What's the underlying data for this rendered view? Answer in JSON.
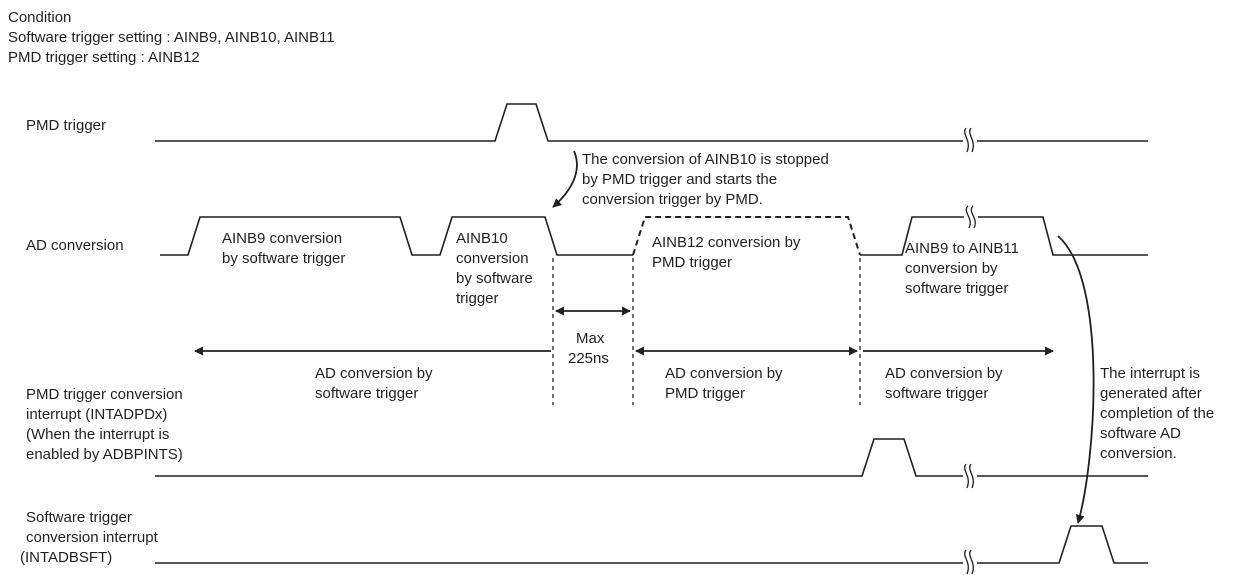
{
  "condition": {
    "title": "Condition",
    "software_setting": "Software trigger setting : AINB9, AINB10, AINB11",
    "pmd_setting": "PMD trigger setting : AINB12"
  },
  "signals": {
    "pmd_trigger": "PMD trigger",
    "ad_conversion": "AD conversion",
    "pmd_interrupt": [
      "PMD trigger conversion",
      "interrupt (INTADPDx)",
      "(When the interrupt is",
      "enabled by ADBPINTS)"
    ],
    "sw_interrupt": [
      "Software trigger",
      "conversion interrupt",
      "(INTADBSFT)"
    ]
  },
  "pulses": {
    "ainb9": [
      "AINB9 conversion",
      "by software trigger"
    ],
    "ainb10": [
      "AINB10",
      "conversion",
      "by software",
      "trigger"
    ],
    "ainb12": [
      "AINB12 conversion by",
      "PMD trigger"
    ],
    "ainb9_11": [
      "AINB9 to AINB11",
      "conversion by",
      "software trigger"
    ]
  },
  "annotations": {
    "stop_note": [
      "The conversion of AINB10 is stopped",
      "by PMD trigger and starts the",
      "conversion trigger by PMD."
    ],
    "max_delay": [
      "Max",
      "225ns"
    ],
    "interrupt_note": [
      "The interrupt is",
      "generated after",
      "completion of the",
      "software AD",
      "conversion."
    ]
  },
  "periods": {
    "sw1": [
      "AD conversion by",
      "software trigger"
    ],
    "pmd": [
      "AD conversion by",
      "PMD trigger"
    ],
    "sw2": [
      "AD conversion by",
      "software trigger"
    ]
  }
}
